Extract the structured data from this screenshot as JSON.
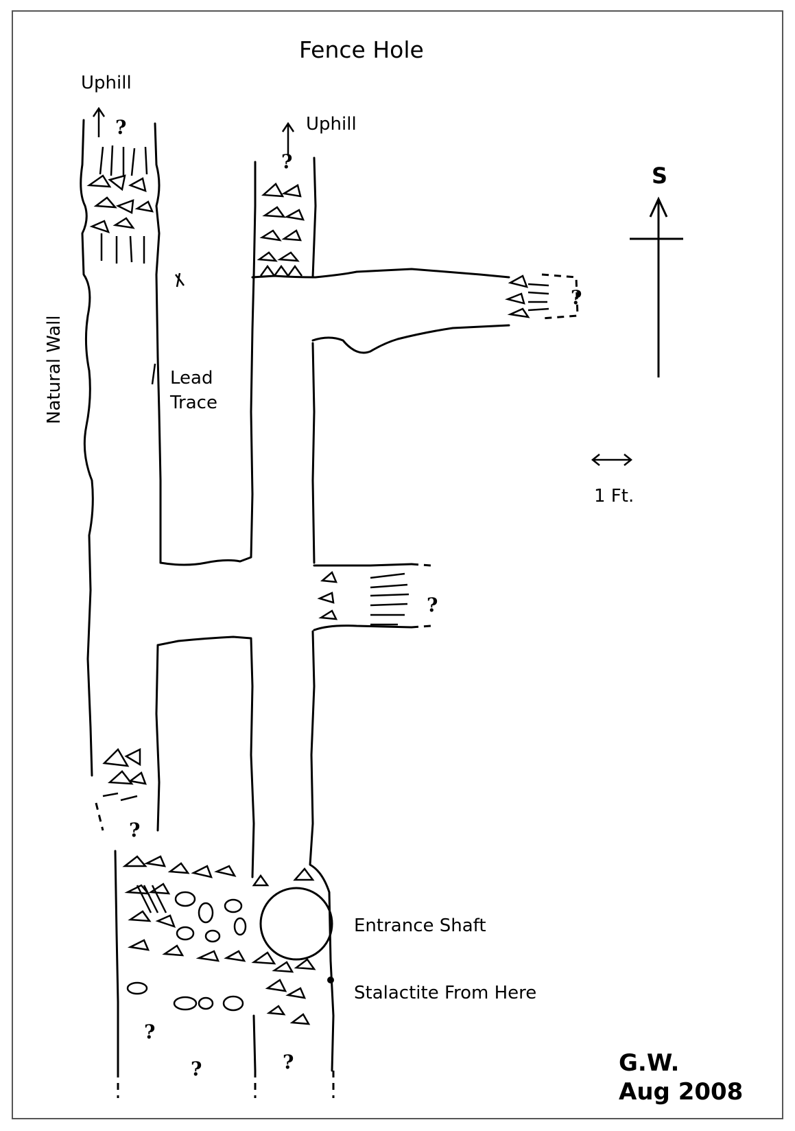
{
  "title": "Fence Hole",
  "labels": {
    "uphill_left": "Uphill",
    "uphill_right": "Uphill",
    "north_marker": "S",
    "natural_wall": "Natural Wall",
    "lead_line1": "Lead",
    "lead_line2": "Trace",
    "scale": "1 Ft.",
    "entrance_shaft": "Entrance Shaft",
    "stalactite": "Stalactite From Here",
    "author": "G.W.",
    "date": "Aug 2008"
  },
  "unknown_marks": [
    "?",
    "?",
    "?",
    "?",
    "?",
    "?",
    "?",
    "?"
  ],
  "colors": {
    "ink": "#000000",
    "paper": "#ffffff",
    "frame": "#555555"
  },
  "icons": [
    "north-arrow-icon",
    "scale-arrow-icon",
    "uphill-arrow-icon"
  ]
}
